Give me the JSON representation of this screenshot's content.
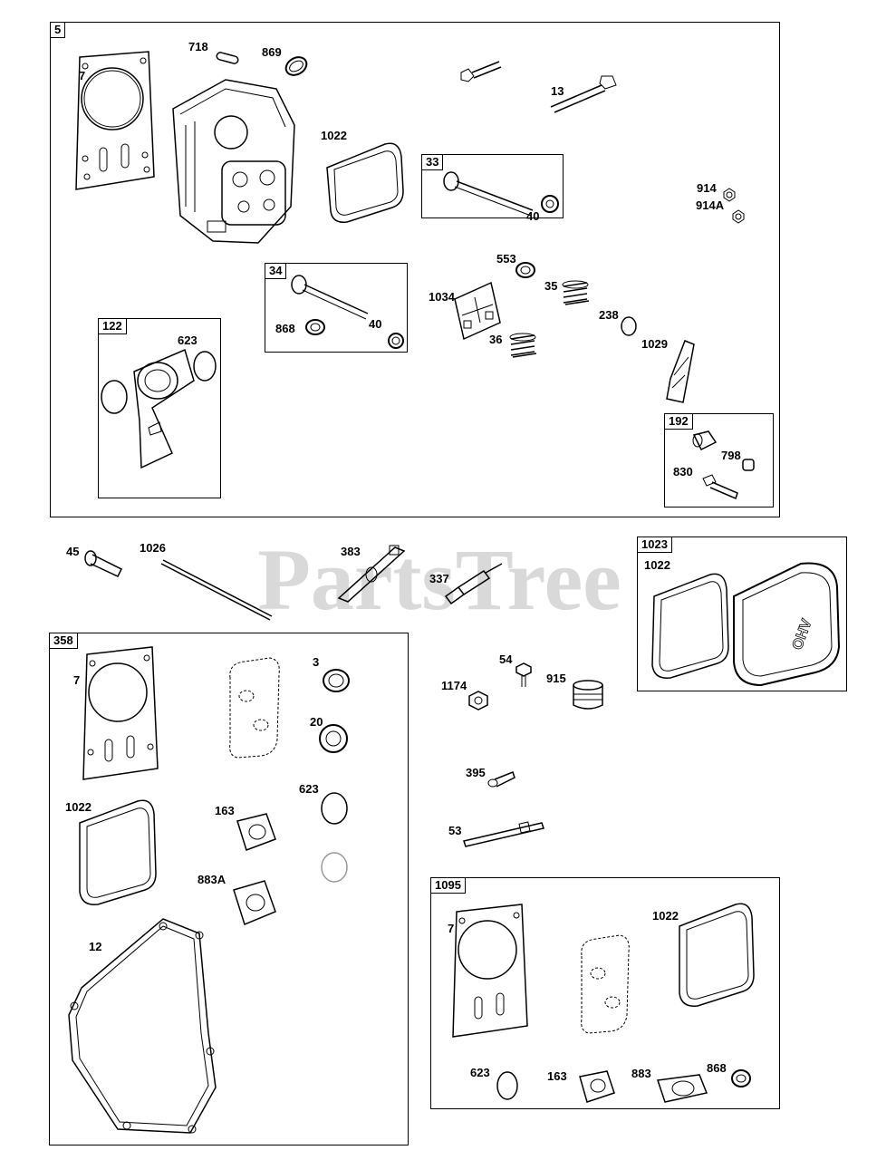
{
  "watermark": "PartsTree",
  "colors": {
    "line": "#000000",
    "watermark": "#d9d9d9",
    "background": "#ffffff"
  },
  "boxes": {
    "main": "5",
    "valve_33": "33",
    "valve_34": "34",
    "box_122": "122",
    "box_192": "192",
    "box_1023": "1023",
    "kit_358": "358",
    "kit_1095": "1095"
  },
  "labels": {
    "l718": "718",
    "l869": "869",
    "l7a": "7",
    "l13": "13",
    "l1022a": "1022",
    "l914": "914",
    "l914a": "914A",
    "l40a": "40",
    "l553": "553",
    "l1034": "1034",
    "l35": "35",
    "l238": "238",
    "l36": "36",
    "l1029": "1029",
    "l868a": "868",
    "l40b": "40",
    "l623a": "623",
    "l798": "798",
    "l830": "830",
    "l45": "45",
    "l1026": "1026",
    "l383": "383",
    "l337": "337",
    "l1022b": "1022",
    "l7b": "7",
    "l3": "3",
    "l20": "20",
    "l623b": "623",
    "l1022c": "1022",
    "l163a": "163",
    "l883a": "883A",
    "l12": "12",
    "l54": "54",
    "l1174": "1174",
    "l915": "915",
    "l395": "395",
    "l53": "53",
    "l7c": "7",
    "l1022d": "1022",
    "l623c": "623",
    "l163b": "163",
    "l883": "883",
    "l868b": "868"
  }
}
